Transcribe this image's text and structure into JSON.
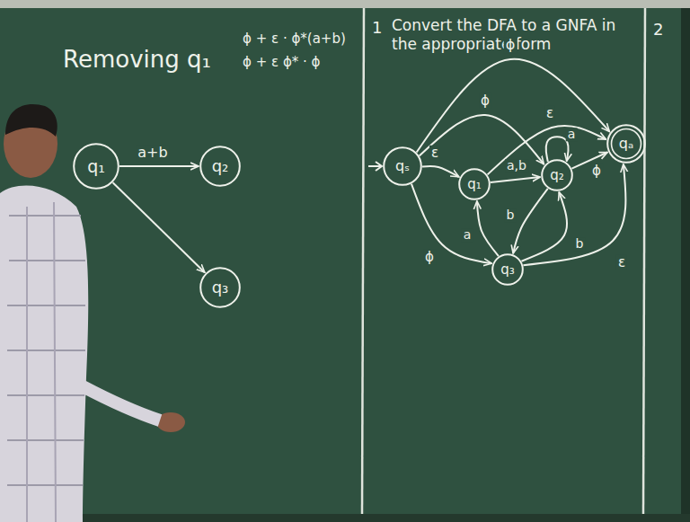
{
  "diagram": {
    "nodes": [
      {
        "text": [
          "q₁"
        ]
      },
      {
        "text": [
          "q₂"
        ]
      },
      {
        "text": [
          "q₃"
        ]
      },
      {
        "text": [
          "qₛ"
        ]
      },
      {
        "text": [
          "q₁"
        ]
      },
      {
        "text": [
          "q₂"
        ]
      },
      {
        "text": [
          "q₃"
        ]
      },
      {
        "text": [
          "qₐ"
        ]
      }
    ],
    "edges": [
      {
        "from": 0,
        "to": 1,
        "arrow": "to",
        "label": "a+b"
      },
      {
        "from": 0,
        "to": 2,
        "arrow": "to"
      },
      {
        "from": 3,
        "to": 7,
        "arrow": "to",
        "label": "ϕ"
      },
      {
        "from": 3,
        "to": 5,
        "arrow": "to",
        "label": "ϕ"
      },
      {
        "from": 3,
        "to": 4,
        "arrow": "to",
        "label": "ε"
      },
      {
        "from": 3,
        "to": 6,
        "arrow": "to",
        "label": "ϕ"
      },
      {
        "from": 4,
        "to": 7,
        "arrow": "to",
        "label": "ε"
      },
      {
        "from": 4,
        "to": 5,
        "arrow": "to",
        "label": "a,b"
      },
      {
        "from": 5,
        "to": 5,
        "arrow": "to",
        "label": "a"
      },
      {
        "from": 5,
        "to": 7,
        "arrow": "to",
        "label": "ϕ"
      },
      {
        "from": 5,
        "to": 6,
        "arrow": "to",
        "label": "b"
      },
      {
        "from": 6,
        "to": 5,
        "arrow": "to",
        "label": "b"
      },
      {
        "from": 6,
        "to": 4,
        "arrow": "to",
        "label": "a"
      },
      {
        "from": 6,
        "to": 7,
        "arrow": "to",
        "label": "ε"
      }
    ],
    "labels": [
      "Removing q₁",
      "ϕ + ε · ϕ*(a+b)",
      "ϕ + ε ϕ* · ϕ",
      "1",
      "Convert the DFA to a GNFA in the appropriate form",
      "2"
    ]
  }
}
